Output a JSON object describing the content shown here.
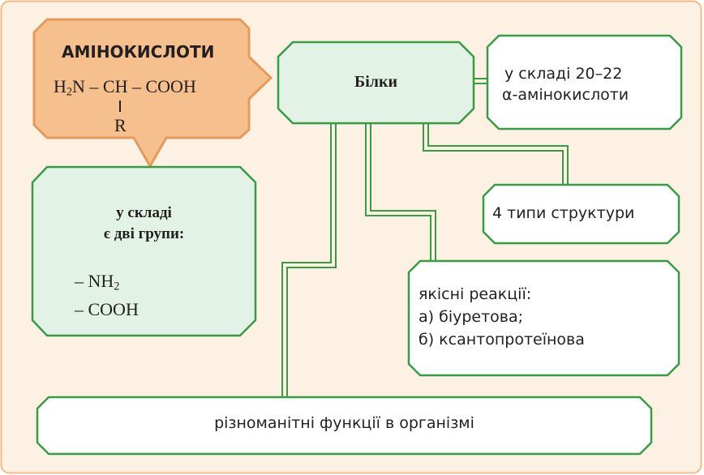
{
  "colors": {
    "background": "#fdf1e3",
    "background_border": "#f2b98a",
    "amino_fill": "#f6bf8e",
    "amino_border": "#e59a5c",
    "green_fill": "#e3f2e6",
    "green_border": "#3a9a46",
    "connector": "#3a9a46"
  },
  "amino": {
    "title": "АМІНОКИСЛОТИ",
    "formula_h": "H",
    "formula_sub": "2",
    "formula_rest": "N – CH – COOH",
    "radical": "R"
  },
  "groups": {
    "heading_line1": "у складі",
    "heading_line2": "є дві групи:",
    "group1_main": "– NH",
    "group1_sub": "2",
    "group2": "– COOH"
  },
  "center": {
    "title": "Білки"
  },
  "composition": {
    "line1": "у складі 20–22",
    "line2": "α-амінокислоти"
  },
  "structure": {
    "label": "4 типи структури"
  },
  "reactions": {
    "line1": "якісні реакції:",
    "line2": "а) біуретова;",
    "line3": "б) ксантопротеїнова"
  },
  "functions": {
    "label": "різноманітні функції в організмі"
  }
}
